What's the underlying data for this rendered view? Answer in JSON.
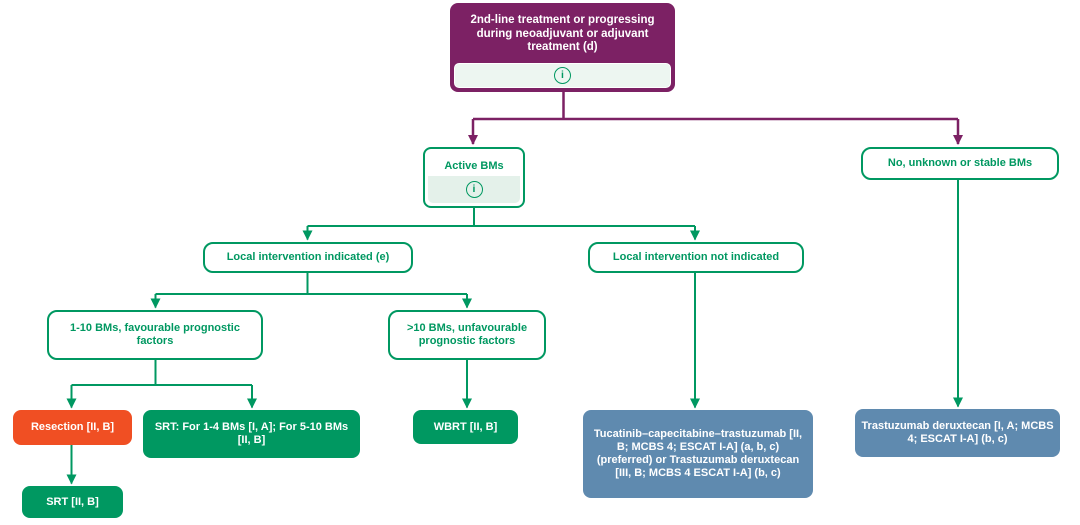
{
  "colors": {
    "purple": "#7C2164",
    "green": "#009861",
    "orange": "#F04F23",
    "blue": "#5F8AAF",
    "light_green_strip": "#E4F1EA"
  },
  "icons": {
    "info": "i"
  },
  "flowchart": {
    "root": {
      "label": "2nd-line treatment or progressing during neoadjuvant or adjuvant treatment (d)"
    },
    "branch_active": {
      "label": "Active BMs"
    },
    "branch_stable": {
      "label": "No, unknown  or stable BMs"
    },
    "local_indicated": {
      "label": "Local intervention indicated (e)"
    },
    "local_not_indicated": {
      "label": "Local intervention not indicated"
    },
    "bms_1_10": {
      "label": "1-10 BMs, favourable prognostic factors"
    },
    "bms_over_10": {
      "label": ">10 BMs, unfavourable prognostic factors"
    },
    "resection": {
      "label": "Resection [II, B]"
    },
    "srt_range": {
      "label": "SRT: For 1-4 BMs [I, A]; For 5-10 BMs [II, B]"
    },
    "srt_after_resection": {
      "label": "SRT [II, B]"
    },
    "wbrt": {
      "label": "WBRT [II, B]"
    },
    "tucatinib_combo": {
      "label": "Tucatinib–capecitabine–trastuzumab [II, B; MCBS 4; ESCAT I-A] (a, b, c) (preferred) or Trastuzumab deruxtecan [III, B; MCBS 4 ESCAT I-A] (b, c)"
    },
    "trastuzumab_deruxtecan": {
      "label": "Trastuzumab deruxtecan [I, A; MCBS 4; ESCAT I-A] (b, c)"
    }
  }
}
